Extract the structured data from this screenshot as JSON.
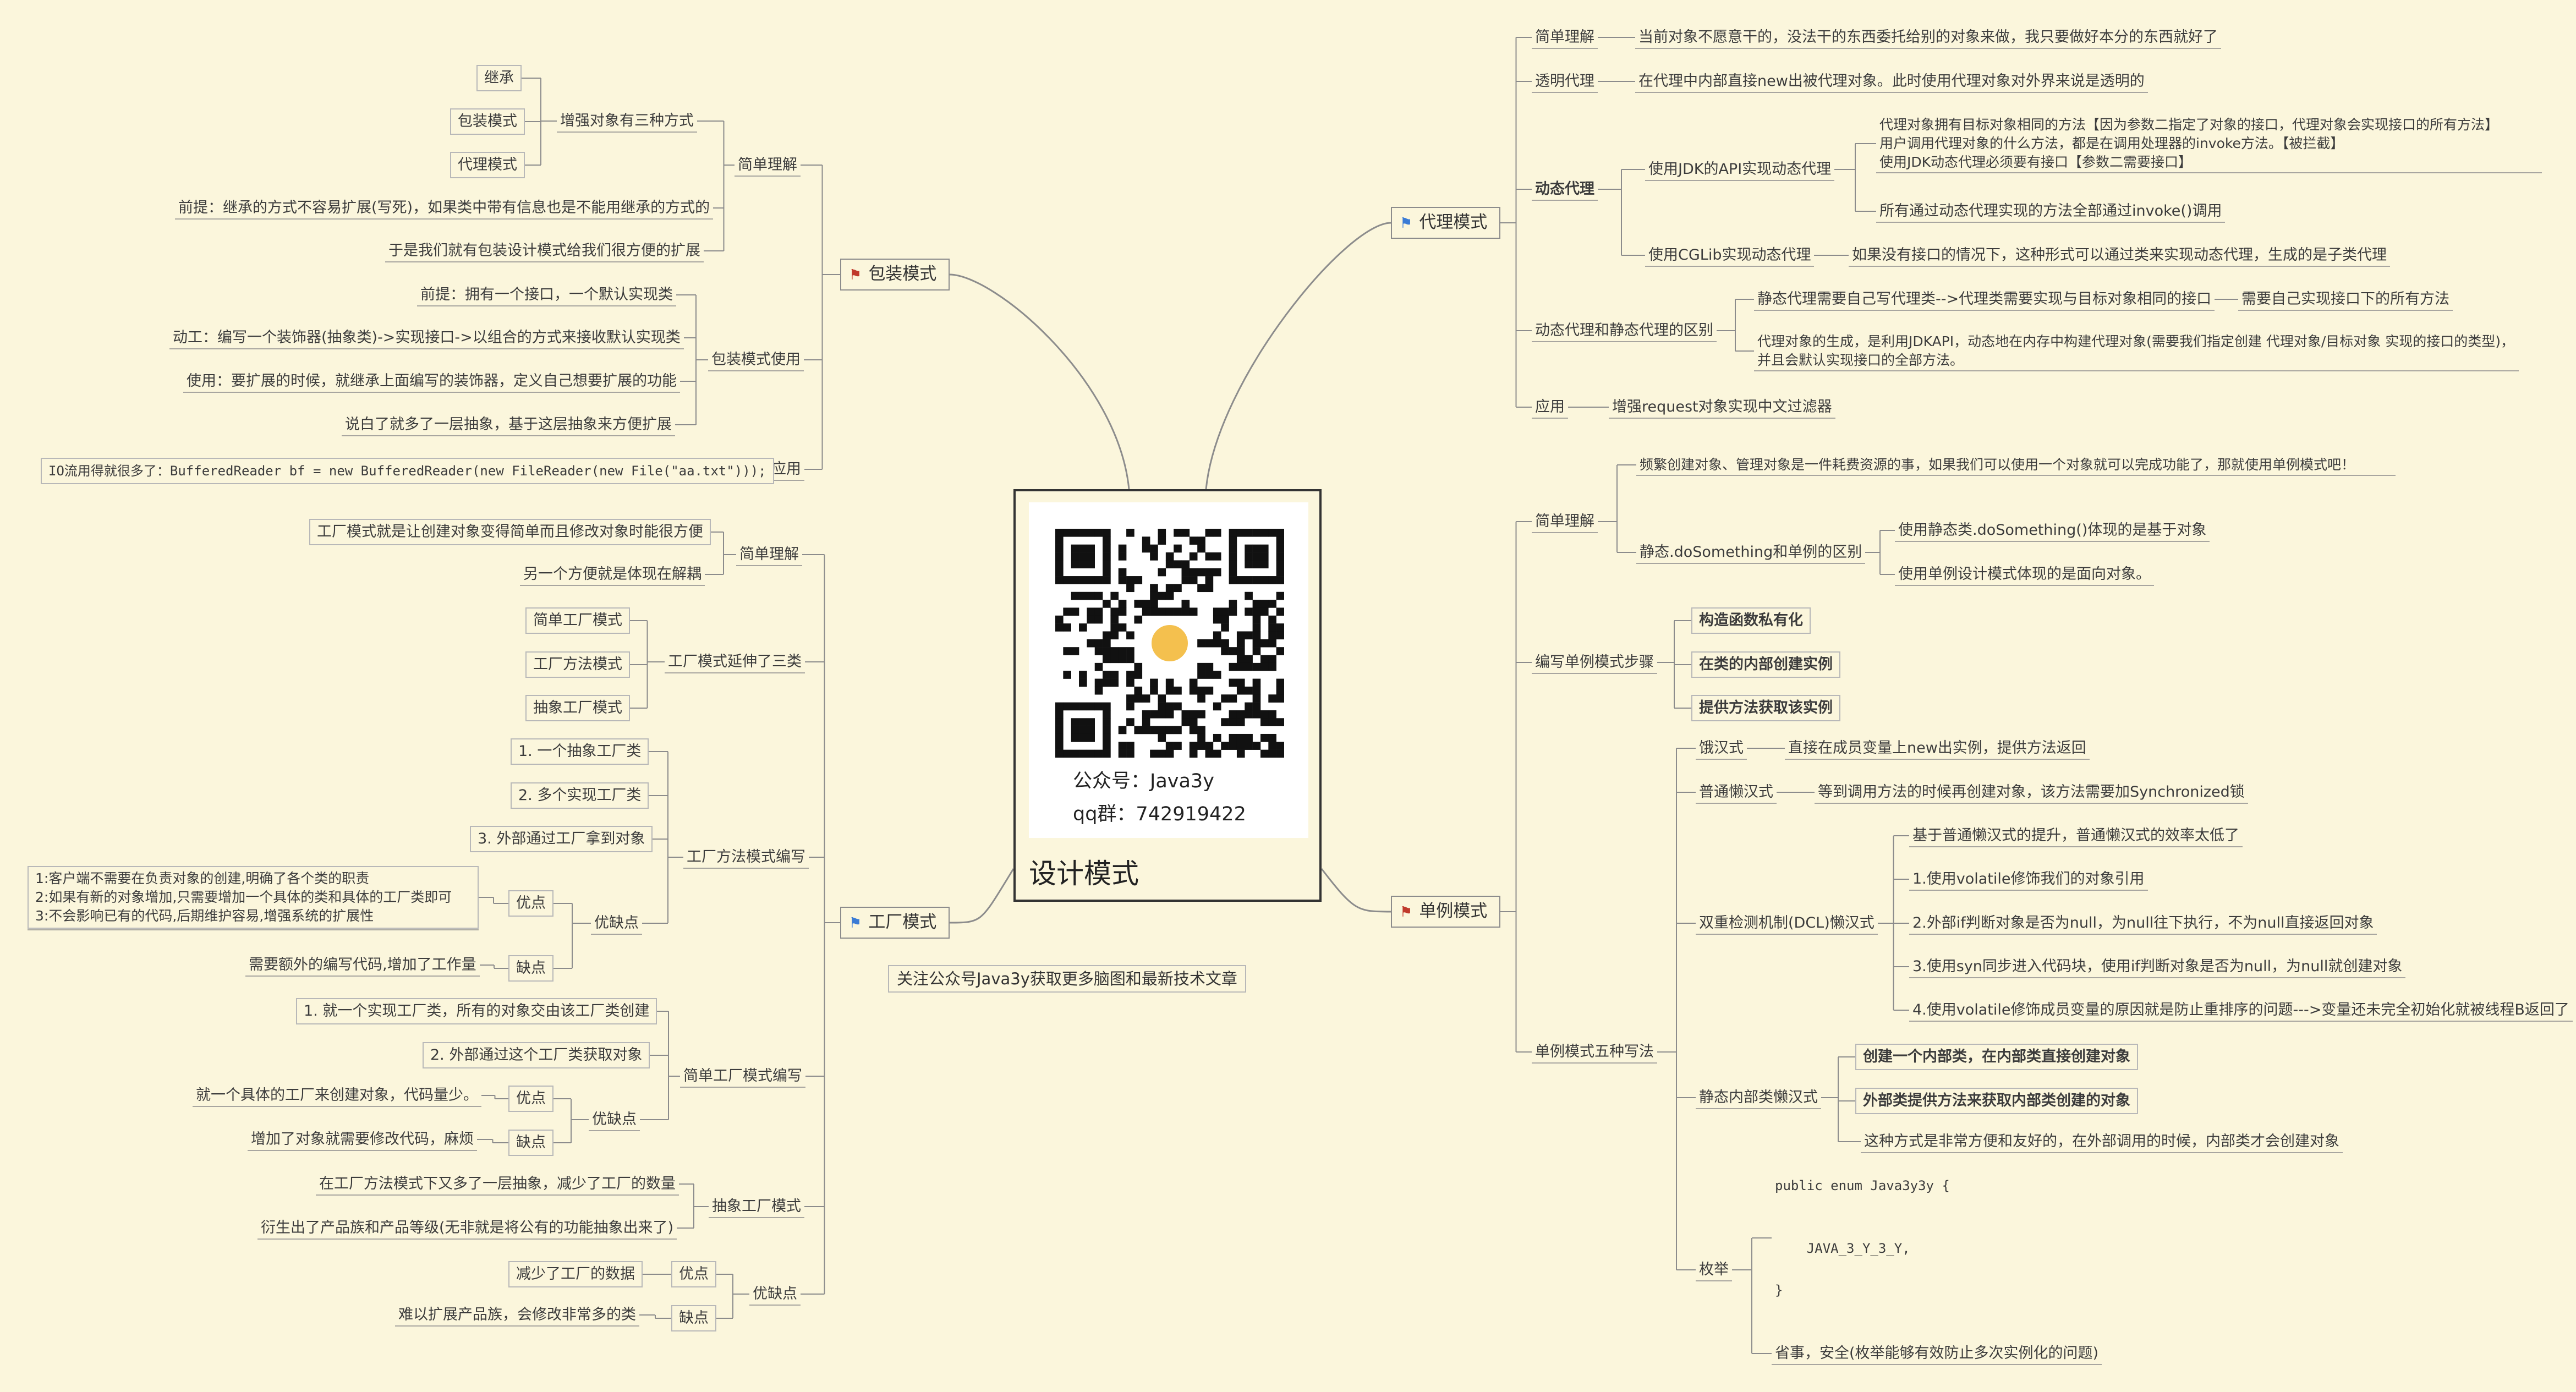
{
  "central": {
    "title": "设计模式",
    "gzh": "公众号：Java3y",
    "qq": "qq群：742919422",
    "follow": "关注公众号Java3y获取更多脑图和最新技术文章"
  },
  "colors": {
    "background": "#fbf6dc",
    "line": "#8c8c8c",
    "flag_red": "#c0392b",
    "flag_blue": "#3a7bd5"
  },
  "branches": {
    "decorator": {
      "title": "包装模式",
      "icon": "red-flag-icon",
      "simple": "简单理解",
      "enhance": "增强对象有三种方式",
      "inherit": "继承",
      "wrapper": "包装模式",
      "proxy": "代理模式",
      "premise": "前提：继承的方式不容易扩展(写死)，如果类中带有信息也是不能用继承的方式的",
      "conclusion": "于是我们就有包装设计模式给我们很方便的扩展",
      "usage": "包装模式使用",
      "u_premise": "前提：拥有一个接口，一个默认实现类",
      "u_action": "动工：编写一个装饰器(抽象类)->实现接口->以组合的方式来接收默认实现类",
      "u_use": "使用：要扩展的时候，就继承上面编写的装饰器，定义自己想要扩展的功能",
      "u_summary": "说白了就多了一层抽象，基于这层抽象来方便扩展",
      "app": "应用",
      "app_io": "IO流用得就很多了：BufferedReader bf = new BufferedReader(new FileReader(new File(\"aa.txt\")));"
    },
    "factory": {
      "title": "工厂模式",
      "icon": "blue-flag-icon",
      "simple": "简单理解",
      "s1": "工厂模式就是让创建对象变得简单而且修改对象时能很方便",
      "s2": "另一个方便就是体现在解耦",
      "three": "工厂模式延伸了三类",
      "simple_factory": "简单工厂模式",
      "method_factory": "工厂方法模式",
      "abstract_factory": "抽象工厂模式",
      "fm_code": "工厂方法模式编写",
      "fm1": "1. 一个抽象工厂类",
      "fm2": "2. 多个实现工厂类",
      "fm3": "3. 外部通过工厂拿到对象",
      "fm_pc": "优缺点",
      "fm_pro": "优点",
      "fm_pro_text": "1:客户端不需要在负责对象的创建,明确了各个类的职责\n2:如果有新的对象增加,只需要增加一个具体的类和具体的工厂类即可\n3:不会影响已有的代码,后期维护容易,增强系统的扩展性",
      "fm_con": "缺点",
      "fm_con_text": "需要额外的编写代码,增加了工作量",
      "sf_code": "简单工厂模式编写",
      "sf1": "1. 就一个实现工厂类，所有的对象交由该工厂类创建",
      "sf2": "2. 外部通过这个工厂类获取对象",
      "sf_pc": "优缺点",
      "sf_pro": "优点",
      "sf_pro_text": "就一个具体的工厂来创建对象，代码量少。",
      "sf_con": "缺点",
      "sf_con_text": "增加了对象就需要修改代码，麻烦",
      "af": "抽象工厂模式",
      "af1": "在工厂方法模式下又多了一层抽象，减少了工厂的数量",
      "af2": "衍生出了产品族和产品等级(无非就是将公有的功能抽象出来了)",
      "pc": "优缺点",
      "pro": "优点",
      "pro_text": "减少了工厂的数据",
      "con": "缺点",
      "con_text": "难以扩展产品族，会修改非常多的类"
    },
    "proxy": {
      "title": "代理模式",
      "icon": "blue-flag-icon",
      "simple": "简单理解",
      "simple_text": "当前对象不愿意干的，没法干的东西委托给别的对象来做，我只要做好本分的东西就好了",
      "transparent": "透明代理",
      "transparent_text": "在代理中内部直接new出被代理对象。此时使用代理对象对外界来说是透明的",
      "dynamic": "动态代理",
      "jdk": "使用JDK的API实现动态代理",
      "jdk_text": "代理对象拥有目标对象相同的方法【因为参数二指定了对象的接口，代理对象会实现接口的所有方法】\n用户调用代理对象的什么方法，都是在调用处理器的invoke方法。【被拦截】\n使用JDK动态代理必须要有接口【参数二需要接口】",
      "jdk_text2": "所有通过动态代理实现的方法全部通过invoke()调用",
      "cglib": "使用CGLib实现动态代理",
      "cglib_text": "如果没有接口的情况下，这种形式可以通过类来实现动态代理，生成的是子类代理",
      "diff": "动态代理和静态代理的区别",
      "diff1": "静态代理需要自己写代理类-->代理类需要实现与目标对象相同的接口",
      "diff1b": "需要自己实现接口下的所有方法",
      "diff2": "代理对象的生成，是利用JDKAPI，动态地在内存中构建代理对象(需要我们指定创建 代理对象/目标对象 实现的接口的类型)，并且会默认实现接口的全部方法。",
      "app": "应用",
      "app_text": "增强request对象实现中文过滤器"
    },
    "singleton": {
      "title": "单例模式",
      "icon": "red-flag-icon",
      "simple": "简单理解",
      "simple_text": "频繁创建对象、管理对象是一件耗费资源的事，如果我们可以使用一个对象就可以完成功能了，那就使用单例模式吧！",
      "static": "静态.doSomething和单例的区别",
      "static1": "使用静态类.doSomething()体现的是基于对象",
      "static2": "使用单例设计模式体现的是面向对象。",
      "steps": "编写单例模式步骤",
      "step1": "构造函数私有化",
      "step2": "在类的内部创建实例",
      "step3": "提供方法获取该实例",
      "five": "单例模式五种写法",
      "hungry": "饿汉式",
      "hungry_text": "直接在成员变量上new出实例，提供方法返回",
      "lazy": "普通懒汉式",
      "lazy_text": "等到调用方法的时候再创建对象，该方法需要加Synchronized锁",
      "dcl": "双重检测机制(DCL)懒汉式",
      "dcl0": "基于普通懒汉式的提升，普通懒汉式的效率太低了",
      "dcl1": "1.使用volatile修饰我们的对象引用",
      "dcl2": "2.外部if判断对象是否为null，为null往下执行，不为null直接返回对象",
      "dcl3": "3.使用syn同步进入代码块，使用if判断对象是否为null，为null就创建对象",
      "dcl4": "4.使用volatile修饰成员变量的原因就是防止重排序的问题--->变量还未完全初始化就被线程B返回了",
      "inner": "静态内部类懒汉式",
      "inner1": "创建一个内部类，在内部类直接创建对象",
      "inner2": "外部类提供方法来获取内部类创建的对象",
      "inner3": "这种方式是非常方便和友好的，在外部调用的时候，内部类才会创建对象",
      "enum": "枚举",
      "enum_code": "public enum Java3y3y {\n\n\n    JAVA_3_Y_3_Y,\n\n}",
      "enum_text": "省事，安全(枚举能够有效防止多次实例化的问题)"
    }
  }
}
